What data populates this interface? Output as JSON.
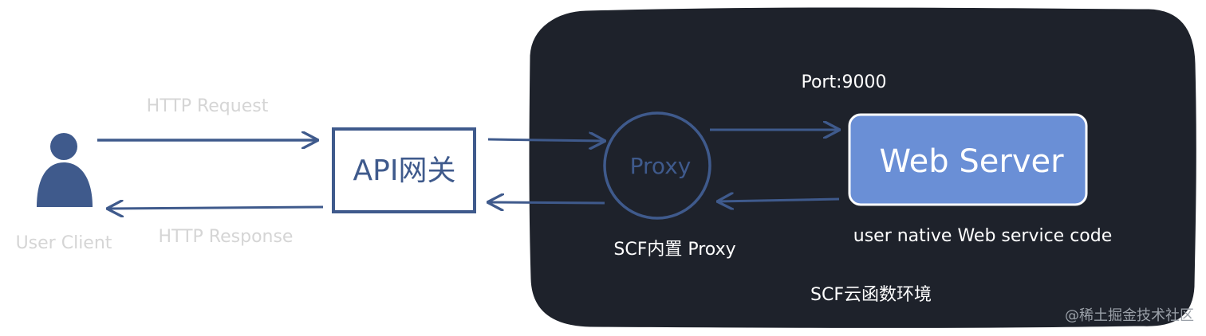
{
  "colors": {
    "accent": "#3f5a8c",
    "env_bg": "#1e222b",
    "server_fill": "#6a8fd6",
    "faint_label": "#d5d5d5",
    "white_text": "#ffffff"
  },
  "user": {
    "icon": "user-icon",
    "label": "User Client"
  },
  "edges": {
    "request_label": "HTTP Request",
    "response_label": "HTTP Response"
  },
  "gateway": {
    "label": "API网关"
  },
  "environment": {
    "label": "SCF云函数环境"
  },
  "proxy": {
    "label": "Proxy",
    "caption": "SCF内置 Proxy"
  },
  "server": {
    "label": "Web Server",
    "caption": "user native Web service code",
    "port": "Port:9000"
  },
  "watermark": {
    "text": "@稀土掘金技术社区"
  }
}
